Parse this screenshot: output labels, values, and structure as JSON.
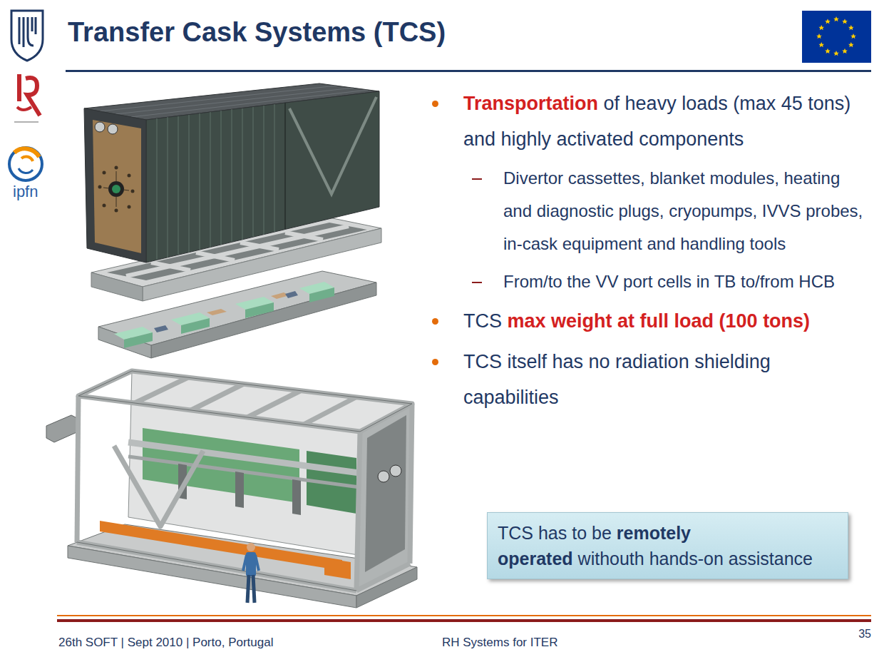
{
  "diagram": {
    "title": "Transfer Cask Systems (TCS)",
    "nodes": [
      {
        "text": [
          "TCS has to be",
          "remotely operated",
          "withouth hands-on assistance"
        ]
      }
    ],
    "labels": [
      "Transportation",
      "of heavy loads (max 45 tons) and highly activated components",
      "Divertor cassettes, blanket modules, heating and diagnostic plugs, cryopumps, IVVS probes, in-cask equipment and handling tools",
      "From/to the VV port cells in TB to/from HCB",
      "TCS",
      "max weight at full load (100 tons)",
      "TCS itself has no radiation shielding capabilities",
      "26th SOFT | Sept 2010 | Porto, Portugal",
      "RH Systems for ITER",
      "35",
      "ipfn"
    ]
  }
}
